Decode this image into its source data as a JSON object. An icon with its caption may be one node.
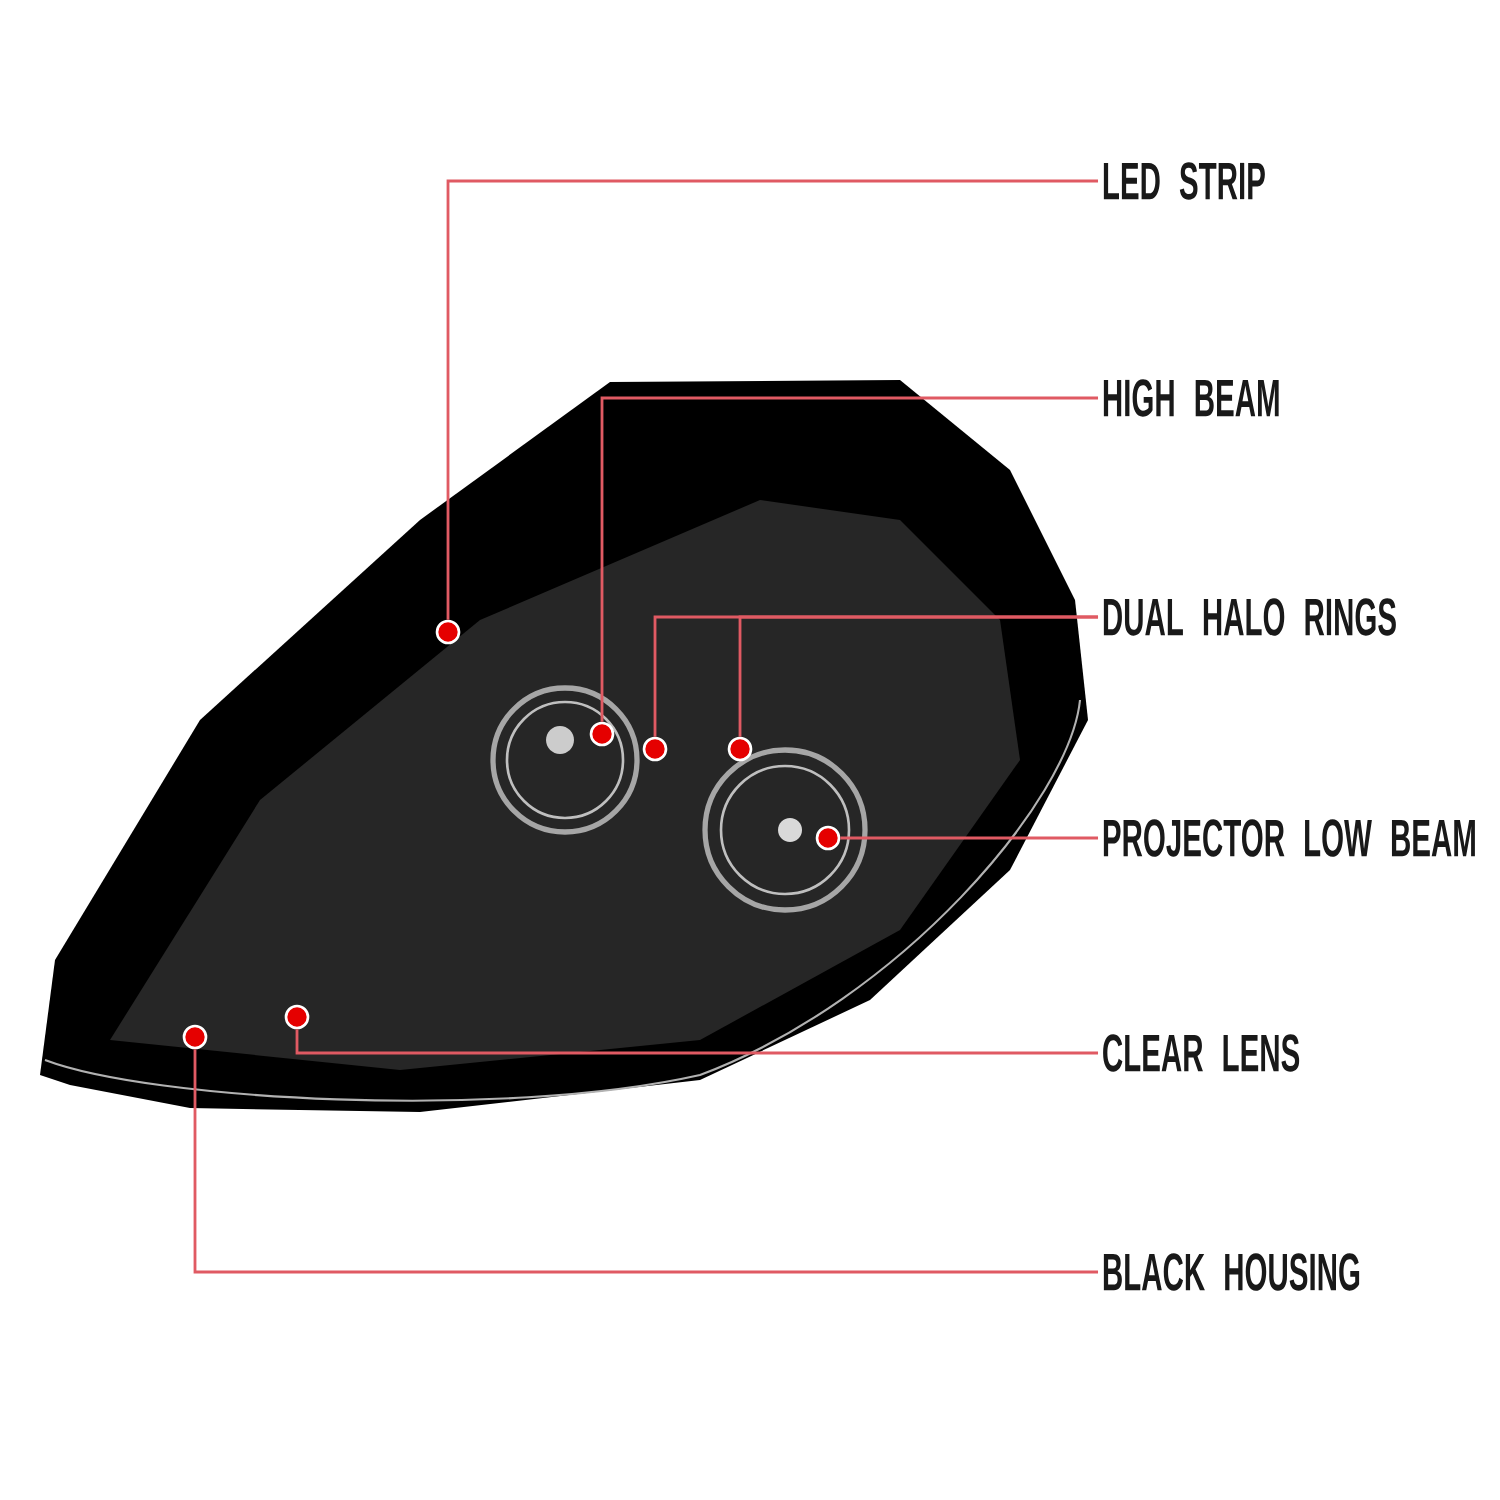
{
  "diagram": {
    "nodes": [
      {
        "text": [
          "LED STRIP"
        ]
      },
      {
        "text": [
          "HIGH BEAM"
        ]
      },
      {
        "text": [
          "DUAL HALO RINGS"
        ]
      },
      {
        "text": [
          "PROJECTOR LOW BEAM"
        ]
      },
      {
        "text": [
          "CLEAR LENS"
        ]
      },
      {
        "text": [
          "BLACK HOUSING"
        ]
      },
      {
        "text": [],
        "shape": "circle"
      },
      {
        "text": [],
        "shape": "circle"
      },
      {
        "text": [],
        "shape": "circle"
      },
      {
        "text": [],
        "shape": "circle"
      },
      {
        "text": [],
        "shape": "circle"
      },
      {
        "text": [],
        "shape": "circle"
      },
      {
        "text": [],
        "shape": "circle"
      }
    ],
    "edges": [
      {
        "from": 0,
        "to": 6,
        "arrow": "none"
      },
      {
        "from": 1,
        "to": 7,
        "arrow": "none"
      },
      {
        "from": 2,
        "to": 8,
        "arrow": "none"
      },
      {
        "from": 2,
        "to": 9,
        "arrow": "none"
      },
      {
        "from": 3,
        "to": 10,
        "arrow": "none"
      },
      {
        "from": 4,
        "to": 11,
        "arrow": "none"
      },
      {
        "from": 5,
        "to": 12,
        "arrow": "none"
      }
    ]
  }
}
